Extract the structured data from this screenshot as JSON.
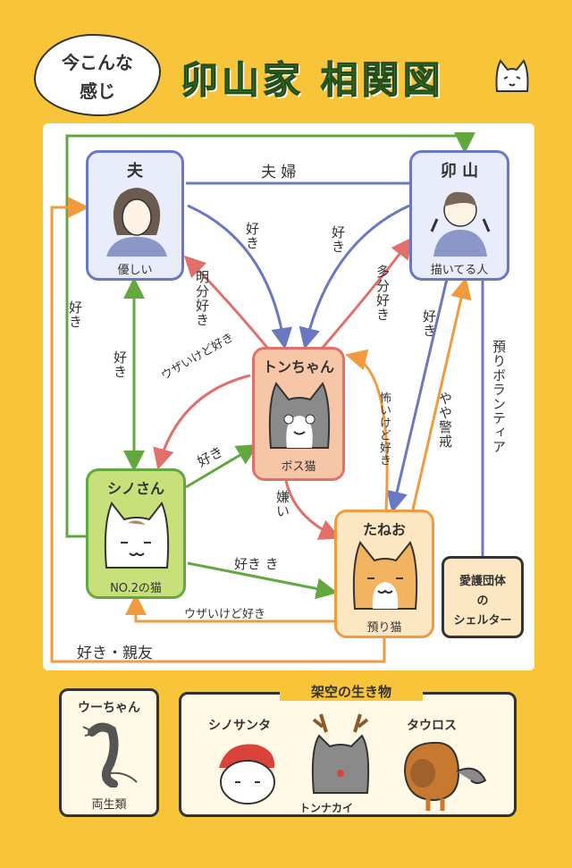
{
  "header": {
    "bubble_line1": "今こんな",
    "bubble_line2": "感じ",
    "title": "卯山家 相関図"
  },
  "nodes": {
    "husband": {
      "title": "夫",
      "sub": "優しい"
    },
    "uyama": {
      "title": "卯 山",
      "sub": "描いてる人"
    },
    "ton": {
      "title": "トンちゃん",
      "sub": "ボス猫"
    },
    "shino": {
      "title": "シノさん",
      "sub": "NO.2の猫"
    },
    "taneo": {
      "title": "たねお",
      "sub": "預り猫"
    },
    "shelter": {
      "line1": "愛護団体",
      "line2": "の",
      "line3": "シェルター"
    }
  },
  "relations": {
    "couple": "夫 婦",
    "husband_to_ton": "好き",
    "ton_to_husband": "明分好き",
    "uyama_to_ton": "好き",
    "ton_to_uyama": "多分好き",
    "uyama_to_taneo": "好き",
    "taneo_to_uyama": "やや警戒",
    "shelter_vol": "預りボランティア",
    "shino_husband": "好き",
    "shino_uyama": "好き",
    "ton_to_shino": "ウザいけど好き",
    "shino_to_ton": "好き",
    "ton_to_taneo": "嫌い",
    "taneo_to_ton": "怖いけど好き",
    "shino_to_taneo": "好き き",
    "taneo_to_shino": "ウザいけど好き",
    "best_friend": "好き・親友"
  },
  "bottom": {
    "uchan": {
      "title": "ウーちゃん",
      "sub": "両生類"
    },
    "fictional_title": "架空の生き物",
    "creatures": [
      "シノサンタ",
      "トンナカイ",
      "タウロス"
    ]
  }
}
